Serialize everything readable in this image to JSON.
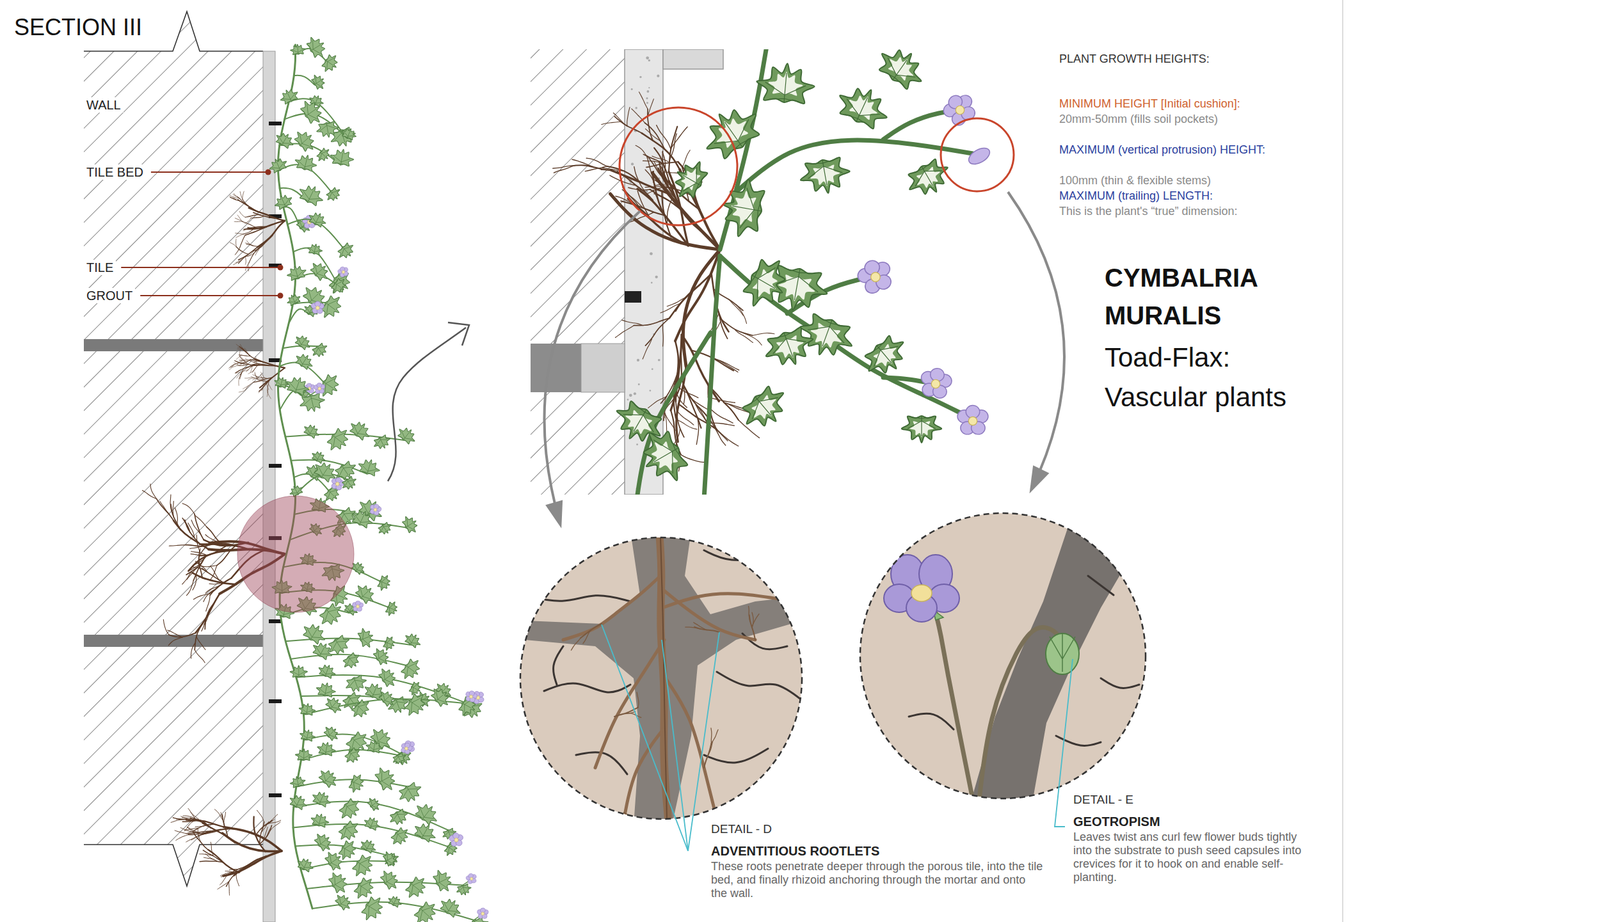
{
  "diagram": {
    "title": "SECTION III",
    "labels": [
      "WALL",
      "TILE BED",
      "TILE",
      "GROUT",
      "PLANT GROWTH HEIGHTS:",
      "MINIMUM HEIGHT [Initial cushion]:",
      "20mm-50mm (fills soil pockets)",
      "MAXIMUM (vertical protrusion) HEIGHT:",
      "100mm (thin & flexible stems)",
      "MAXIMUM (trailing) LENGTH:",
      "This is the plant's “true” dimension:",
      "CYMBALRIA MURALIS",
      "Toad-Flax: Vascular plants",
      "DETAIL - D",
      "ADVENTITIOUS ROOTLETS",
      "These roots penetrate deeper through the porous tile, into the tile bed, and finally rhizoid anchoring through the mortar and onto the wall.",
      "DETAIL - E",
      "GEOTROPISM",
      "Leaves twist ans curl few flower buds tightly into the substrate to push seed capsules into crevices for it to hook on and enable self-planting."
    ]
  }
}
